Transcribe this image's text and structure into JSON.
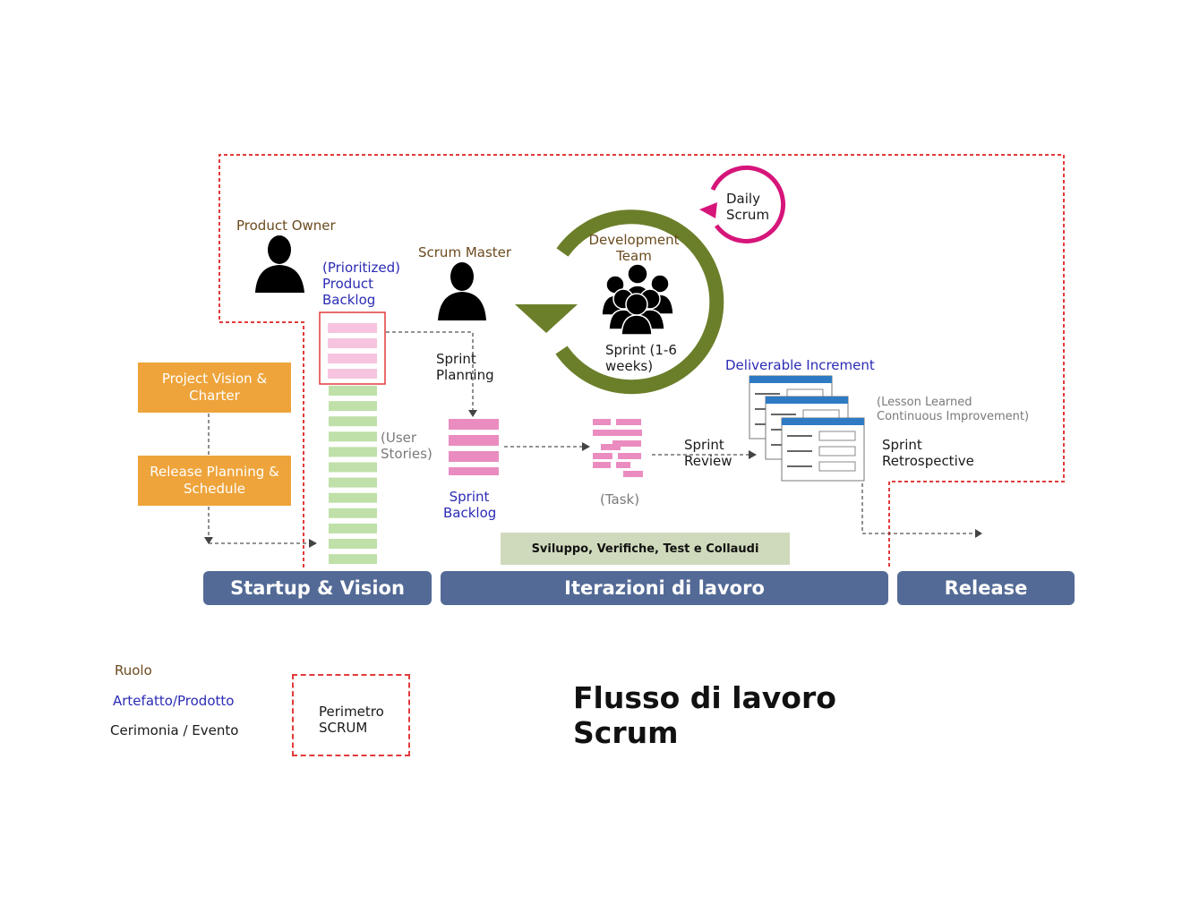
{
  "roles": {
    "product_owner": "Product Owner",
    "scrum_master": "Scrum Master",
    "development_team": "Development\nTeam"
  },
  "artifacts": {
    "product_backlog": "(Prioritized)\nProduct\nBacklog",
    "user_stories": "(User\nStories)",
    "sprint_backlog": "Sprint\nBacklog",
    "task": "(Task)",
    "deliverable_increment": "Deliverable Increment"
  },
  "events": {
    "daily_scrum": "Daily\nScrum",
    "sprint_duration": "Sprint (1-6\nweeks)",
    "sprint_planning": "Sprint\nPlanning",
    "sprint_review": "Sprint\nReview",
    "sprint_retrospective": "Sprint\nRetrospective",
    "lesson_learned": "(Lesson Learned\nContinuous Improvement)"
  },
  "boxes": {
    "project_vision": "Project Vision &\nCharter",
    "release_planning": "Release Planning &\nSchedule",
    "development_bar": "Sviluppo, Verifiche, Test e Collaudi"
  },
  "phases": {
    "startup": "Startup & Vision",
    "iterations": "Iterazioni di lavoro",
    "release": "Release"
  },
  "legend": {
    "role": "Ruolo",
    "artifact": "Artefatto/Prodotto",
    "event": "Cerimonia / Evento",
    "perimeter": "Perimetro\nSCRUM"
  },
  "title": "Flusso di lavoro Scrum",
  "colors": {
    "role": "#6b4a1e",
    "artifact": "#2b2bb5",
    "perimeter": "#e23a3a",
    "cycle": "#6b7f2a",
    "daily": "#d6157a",
    "phase_bar": "#536a96",
    "orange_box": "#eea43b",
    "backlog_pink": "#f6c4de",
    "backlog_green": "#bfe0a8",
    "sprint_backlog": "#ea8cc0"
  },
  "icons": {
    "person": "person-icon",
    "team": "team-icon",
    "cycle": "cycle-arrow-icon",
    "daily": "daily-cycle-icon",
    "document": "document-icon"
  }
}
